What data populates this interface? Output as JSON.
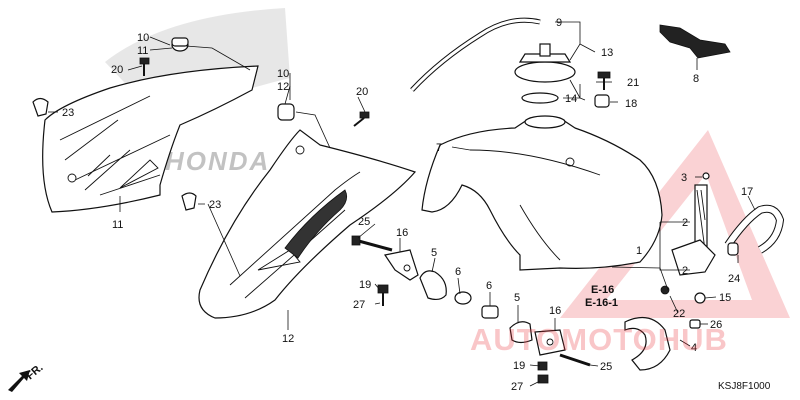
{
  "diagram": {
    "callouts": [
      {
        "id": "c10a",
        "text": "10"
      },
      {
        "id": "c11a",
        "text": "11"
      },
      {
        "id": "c20a",
        "text": "20"
      },
      {
        "id": "c23a",
        "text": "23"
      },
      {
        "id": "c11b",
        "text": "11"
      },
      {
        "id": "c10b",
        "text": "10"
      },
      {
        "id": "c12a",
        "text": "12"
      },
      {
        "id": "c20b",
        "text": "20"
      },
      {
        "id": "c23b",
        "text": "23"
      },
      {
        "id": "c12b",
        "text": "12"
      },
      {
        "id": "c9",
        "text": "9"
      },
      {
        "id": "c13",
        "text": "13"
      },
      {
        "id": "c21",
        "text": "21"
      },
      {
        "id": "c14",
        "text": "14"
      },
      {
        "id": "c18",
        "text": "18"
      },
      {
        "id": "c8",
        "text": "8"
      },
      {
        "id": "c7",
        "text": "7"
      },
      {
        "id": "c3",
        "text": "3"
      },
      {
        "id": "c17",
        "text": "17"
      },
      {
        "id": "c2a",
        "text": "2"
      },
      {
        "id": "c1",
        "text": "1"
      },
      {
        "id": "c2b",
        "text": "2"
      },
      {
        "id": "c24",
        "text": "24"
      },
      {
        "id": "c25a",
        "text": "25"
      },
      {
        "id": "c16a",
        "text": "16"
      },
      {
        "id": "c5a",
        "text": "5"
      },
      {
        "id": "c6a",
        "text": "6"
      },
      {
        "id": "c19a",
        "text": "19"
      },
      {
        "id": "c27a",
        "text": "27"
      },
      {
        "id": "c6b",
        "text": "6"
      },
      {
        "id": "c5b",
        "text": "5"
      },
      {
        "id": "c16b",
        "text": "16"
      },
      {
        "id": "c19b",
        "text": "19"
      },
      {
        "id": "c25b",
        "text": "25"
      },
      {
        "id": "c27b",
        "text": "27"
      },
      {
        "id": "c15",
        "text": "15"
      },
      {
        "id": "c22",
        "text": "22"
      },
      {
        "id": "c26",
        "text": "26"
      },
      {
        "id": "c4",
        "text": "4"
      }
    ],
    "references": [
      "E-16",
      "E-16-1"
    ],
    "shroud_lettering": "HONDA",
    "front_label": "FR.",
    "drawing_code": "KSJ8F1000"
  },
  "watermark": {
    "text": "AUTOMOTOHUB",
    "color": "#e8333a"
  }
}
